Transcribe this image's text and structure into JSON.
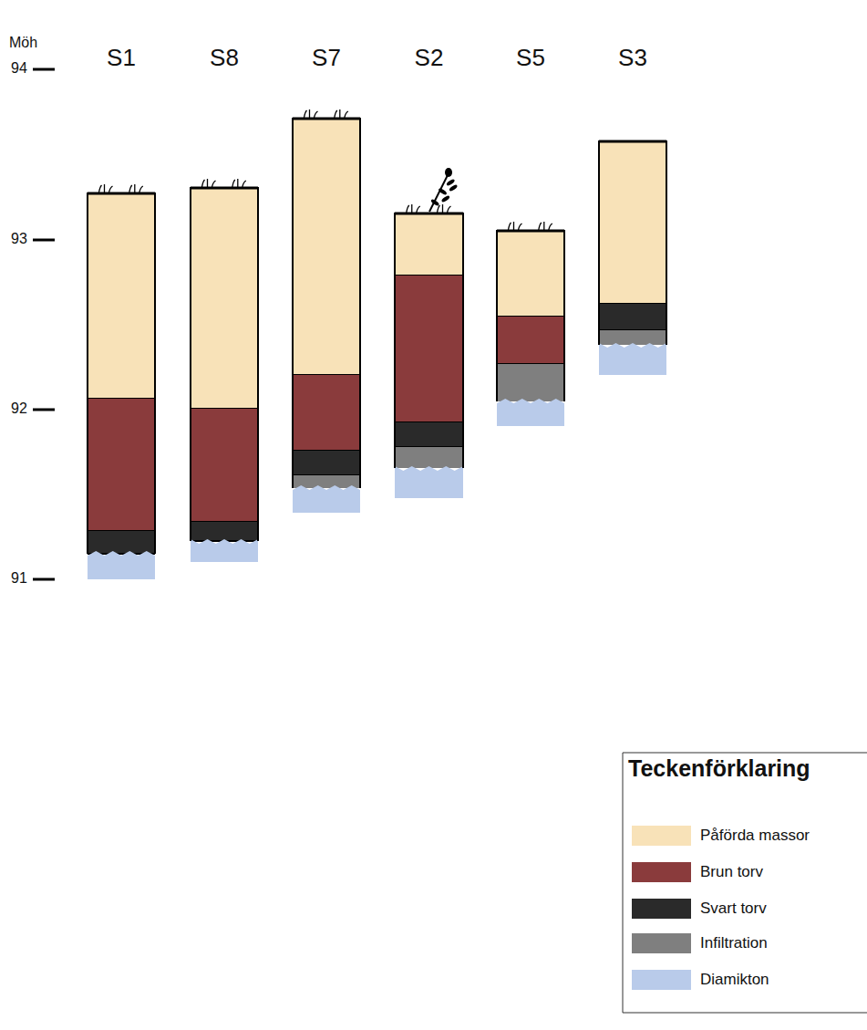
{
  "diagram": {
    "nodes": [
      {
        "text": [
          "S1"
        ]
      },
      {
        "text": [
          "S8"
        ]
      },
      {
        "text": [
          "S7"
        ]
      },
      {
        "text": [
          "S2"
        ]
      },
      {
        "text": [
          "S5"
        ]
      },
      {
        "text": [
          "S3"
        ]
      }
    ],
    "labels": [
      "Möh",
      "94",
      "93",
      "92",
      "91",
      "Teckenförklaring"
    ],
    "legend": [
      {
        "text": "Påförda massor",
        "color": "#f8e2b8"
      },
      {
        "text": "Brun torv",
        "color": "#8a3b3c"
      },
      {
        "text": "Svart torv",
        "color": "#2a2a2a"
      },
      {
        "text": "Infiltration",
        "color": "#7f7f7f"
      },
      {
        "text": "Diamikton",
        "color": "#b9cbea"
      }
    ]
  }
}
